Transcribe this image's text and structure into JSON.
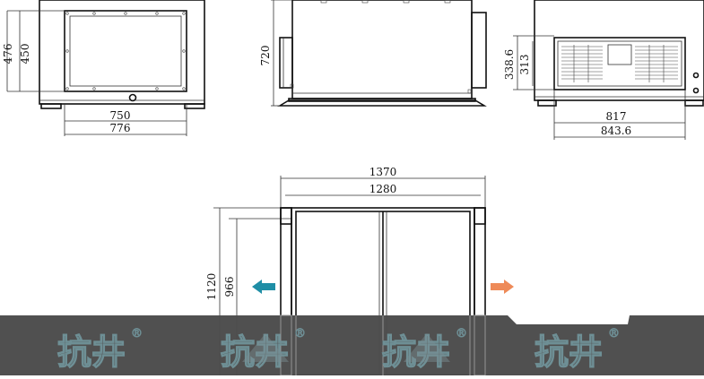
{
  "views": {
    "front": {
      "height_outer": "476",
      "height_inner": "450",
      "width_inner": "750",
      "width_outer": "776"
    },
    "side": {
      "height": "720"
    },
    "rear": {
      "height_outer": "338.6",
      "height_inner": "313",
      "width_inner": "817",
      "width_outer": "843.6"
    },
    "top": {
      "width_outer": "1370",
      "width_inner": "1280",
      "depth_outer": "1120",
      "depth_inner": "966"
    }
  },
  "airflow": {
    "outlet_arrow_color": "#1f8ea6",
    "inlet_arrow_color": "#ee8a58"
  },
  "watermark": {
    "text": "抗井",
    "registered_mark": "®",
    "band_color": "#4a4a4a"
  }
}
